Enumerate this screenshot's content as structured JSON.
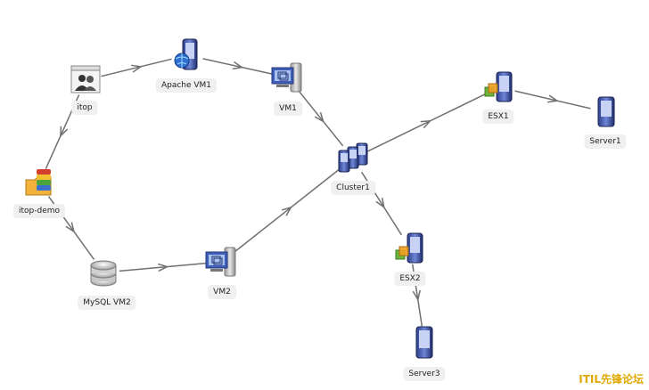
{
  "nodes": [
    {
      "id": "itop",
      "label": "itop",
      "icon": "contact-card-icon"
    },
    {
      "id": "apache-vm1",
      "label": "Apache VM1",
      "icon": "web-server-icon"
    },
    {
      "id": "vm1",
      "label": "VM1",
      "icon": "virtual-machine-icon"
    },
    {
      "id": "esx1",
      "label": "ESX1",
      "icon": "hypervisor-icon"
    },
    {
      "id": "server1",
      "label": "Server1",
      "icon": "server-icon"
    },
    {
      "id": "itop-demo",
      "label": "itop-demo",
      "icon": "application-icon"
    },
    {
      "id": "cluster1",
      "label": "Cluster1",
      "icon": "server-cluster-icon"
    },
    {
      "id": "esx2",
      "label": "ESX2",
      "icon": "hypervisor-icon"
    },
    {
      "id": "mysql-vm2",
      "label": "MySQL VM2",
      "icon": "database-icon"
    },
    {
      "id": "vm2",
      "label": "VM2",
      "icon": "virtual-machine-icon"
    },
    {
      "id": "server3",
      "label": "Server3",
      "icon": "server-icon"
    }
  ],
  "edges": [
    {
      "from": "itop",
      "to": "apache-vm1"
    },
    {
      "from": "apache-vm1",
      "to": "vm1"
    },
    {
      "from": "vm1",
      "to": "cluster1"
    },
    {
      "from": "cluster1",
      "to": "esx1"
    },
    {
      "from": "esx1",
      "to": "server1"
    },
    {
      "from": "itop",
      "to": "itop-demo"
    },
    {
      "from": "itop-demo",
      "to": "mysql-vm2"
    },
    {
      "from": "mysql-vm2",
      "to": "vm2"
    },
    {
      "from": "vm2",
      "to": "cluster1"
    },
    {
      "from": "cluster1",
      "to": "esx2"
    },
    {
      "from": "esx2",
      "to": "server3"
    }
  ],
  "watermark": "ITIL先锋论坛",
  "colors": {
    "edge": "#707070",
    "label_bg": "#f0f0f0",
    "watermark": "#e0a800"
  }
}
